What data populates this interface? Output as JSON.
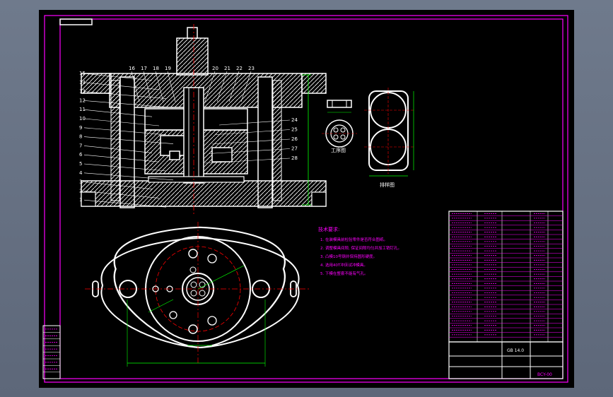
{
  "drawing": {
    "callouts_left": [
      "15",
      "14",
      "13",
      "12",
      "11",
      "10",
      "9",
      "8",
      "7",
      "6",
      "5",
      "4",
      "3",
      "2",
      "1"
    ],
    "callouts_top": [
      "16",
      "17",
      "18",
      "19",
      "20",
      "21",
      "22",
      "23"
    ],
    "callouts_right": [
      "24",
      "25",
      "26",
      "27",
      "28"
    ],
    "view_labels": {
      "part": "工序图",
      "layout": "排样图"
    },
    "notes": {
      "title": "技术要求:",
      "items": [
        "1. 在装模具前检验零件是否符合图纸。",
        "2. 调整模具间隙, 保证间隙均匀并加工销钉孔。",
        "3. 凸模10号钢并保持圆形硬度。",
        "4. 选用40T冲床试冲模具。",
        "5. 下模在整套不能有气孔。"
      ]
    },
    "title_block": {
      "code": "GB 14.0",
      "drawing_no": "BCY-00"
    }
  },
  "colors": {
    "background": "#000000",
    "outline": "#ffffff",
    "border": "#ff00ff",
    "centerline": "#ff0000",
    "dimension": "#00ff00",
    "text": "#ff00ff"
  }
}
